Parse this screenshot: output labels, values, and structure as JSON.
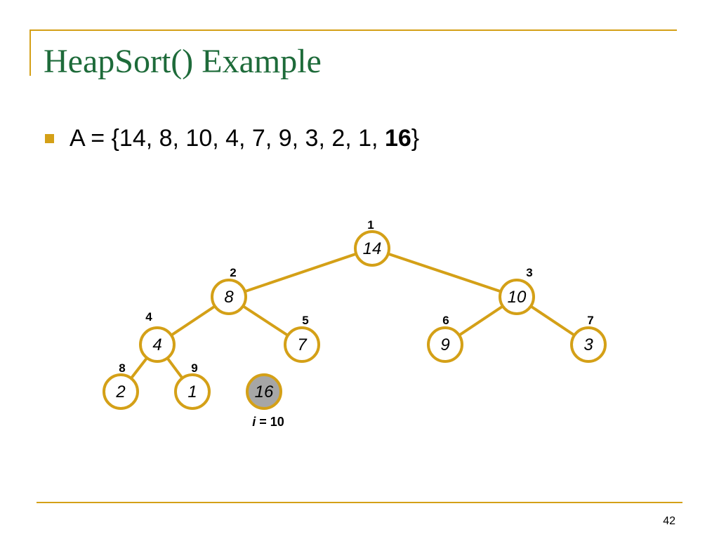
{
  "slide": {
    "title": "HeapSort() Example",
    "bullet": {
      "prefix": "A = {14, 8, 10, 4, 7, 9, 3, 2, 1, ",
      "bold": "16",
      "suffix": "}"
    },
    "page_number": "42"
  },
  "colors": {
    "accent": "#d4a017",
    "title": "#1e6b3a",
    "highlight_fill": "#a6a6a6"
  },
  "tree": {
    "nodes": [
      {
        "index": "1",
        "value": "14",
        "highlight": false
      },
      {
        "index": "2",
        "value": "8",
        "highlight": false
      },
      {
        "index": "3",
        "value": "10",
        "highlight": false
      },
      {
        "index": "4",
        "value": "4",
        "highlight": false
      },
      {
        "index": "5",
        "value": "7",
        "highlight": false
      },
      {
        "index": "6",
        "value": "9",
        "highlight": false
      },
      {
        "index": "7",
        "value": "3",
        "highlight": false
      },
      {
        "index": "8",
        "value": "2",
        "highlight": false
      },
      {
        "index": "9",
        "value": "1",
        "highlight": false
      },
      {
        "index": "",
        "value": "16",
        "highlight": true
      }
    ],
    "edges": [
      [
        1,
        2
      ],
      [
        1,
        3
      ],
      [
        2,
        4
      ],
      [
        2,
        5
      ],
      [
        3,
        6
      ],
      [
        3,
        7
      ],
      [
        4,
        8
      ],
      [
        4,
        9
      ]
    ],
    "pointer": {
      "var": "i",
      "text": " = 10"
    }
  }
}
